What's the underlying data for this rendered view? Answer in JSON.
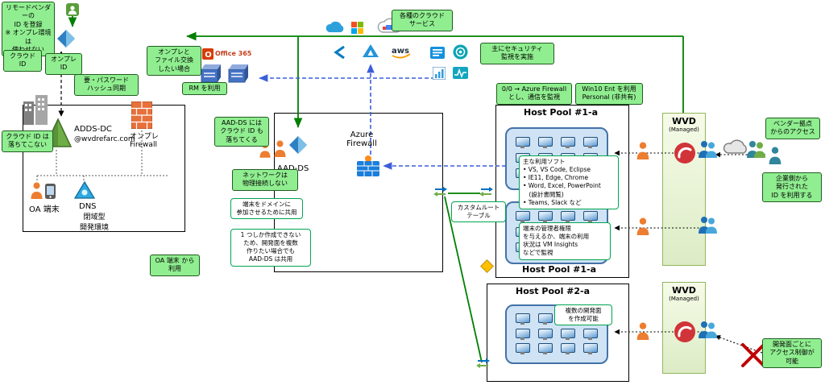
{
  "colors": {
    "callout_green": "#90ee90",
    "line_green": "#008000",
    "line_blue": "#3b5fd9",
    "cluster_fill": "#cfe3f5",
    "cluster_border": "#4472a8",
    "wvd_red": "#d13438"
  },
  "ids": {
    "register_note": "リモードベンダーの\nID を登録\n※ オンプレ環境は\n使わせない",
    "cloud_id": "クラウド ID",
    "onprem_id": "オンプレ ID",
    "password_hash": "要・パスワード\nハッシュ同期"
  },
  "onprem": {
    "cloud_id_note": "クラウド ID は\n落ちてこない",
    "adds_name": "ADDS-DC",
    "adds_domain": "@wvdrefarc.com",
    "firewall": "オンプレ\nFirewall",
    "oa_terminal": "OA 端末",
    "dns": "DNS",
    "env": "閉域型\n開発環境",
    "oa_use_note": "OA 端末 から\n利用"
  },
  "files": {
    "exchange_note": "オンプレと\nファイル交換\nしたい場合",
    "office": "Office 365",
    "rm_note": "RM を利用"
  },
  "hub": {
    "aadds_note": "AAD-DS には\nクラウド ID も\n落ちてくる",
    "aadds": "AAD-DS",
    "firewall": "Azure\nFirewall",
    "no_physical": "ネットワークは\n物理接続しない",
    "domain_join": "端末をドメインに\n参加させるために共用",
    "shared": "1 つしか作成できない\nため、開発面を複数\n作りたい場合でも\nAAD-DS は共用"
  },
  "cloud": {
    "services_note": "各種のクラウド\nサービス",
    "security_note": "主にセキュリティ\n監視を実施"
  },
  "pools": {
    "route_note": "0/0 → Azure Firewall\nとし、通信を監視",
    "win10_note": "Win10 Ent を利用\nPersonal (非共有)",
    "p1_title": "Host Pool #1-a",
    "p1_bottom": "Host Pool #1-a",
    "p2_title": "Host Pool #2-a",
    "custom_route": "カスタムルート\nテーブル",
    "software": "主な利用ソフト\n• VS, VS Code, Eclipse\n• IE11, Edge, Chrome\n• Word, Excel, PowerPoint\n　(設計書閲覧)\n• Teams, Slack など",
    "admin_note": "端末の管理者権限\nを与えるか、端末の利用\n状況は VM Insights\nなどで監視",
    "multi_note": "複数の開発面\nを作成可能"
  },
  "wvd": {
    "title": "WVD",
    "sub": "(Managed)"
  },
  "vendor": {
    "access_note": "ベンダー拠点\nからのアクセス",
    "id_note": "企業側から\n発行された\nID を利用する",
    "control_note": "開発面ごとに\nアクセス制御が\n可能"
  }
}
